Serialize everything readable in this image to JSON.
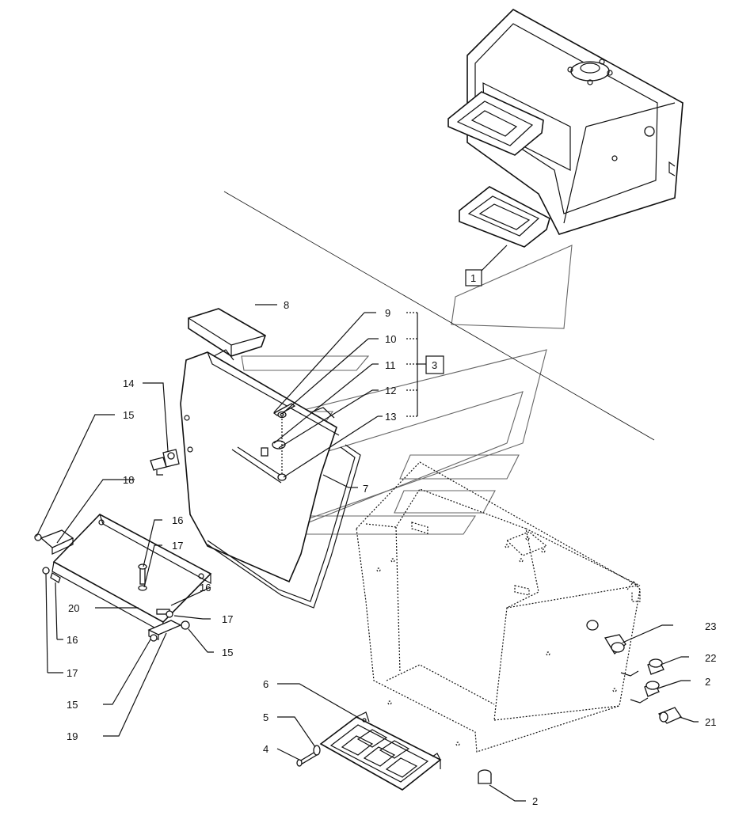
{
  "diagram": {
    "callouts": {
      "c1": "1",
      "c2a": "2",
      "c2b": "2",
      "c3": "3",
      "c4": "4",
      "c5": "5",
      "c6": "6",
      "c7": "7",
      "c8": "8",
      "c9": "9",
      "c10": "10",
      "c11": "11",
      "c12": "12",
      "c13": "13",
      "c14": "14",
      "c15a": "15",
      "c15b": "15",
      "c15c": "15",
      "c16a": "16",
      "c16b": "16",
      "c16c": "16",
      "c17a": "17",
      "c17b": "17",
      "c17c": "17",
      "c18": "18",
      "c19": "19",
      "c20": "20",
      "c21": "21",
      "c22": "22",
      "c23": "23"
    },
    "watermark_icon": "brand-logo-watermark"
  }
}
